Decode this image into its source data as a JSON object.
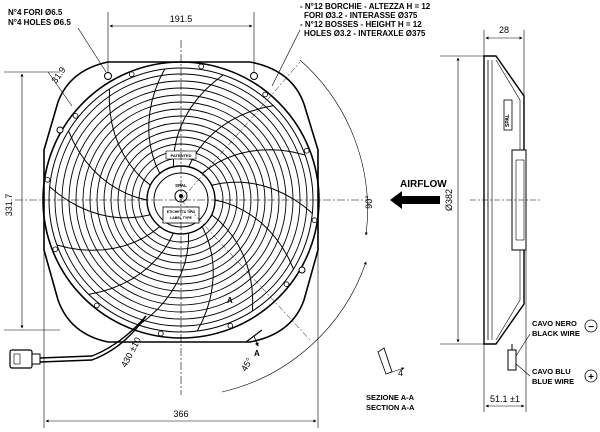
{
  "notes": {
    "holes_it": "N°4 FORI Ø6.5",
    "holes_en": "N°4 HOLES Ø6.5",
    "bosses_it_1": "- N°12 BORCHIE - ALTEZZA H = 12",
    "bosses_it_2": "FORI Ø3.2 - INTERASSE Ø375",
    "bosses_en_1": "- N°12 BOSSES - HEIGHT H = 12",
    "bosses_en_2": "HOLES Ø3.2 - INTERAXLE Ø375"
  },
  "dims": {
    "hole_spacing": "191.5",
    "offset": "31.9",
    "height": "331.7",
    "width": "366",
    "angle_90": "90°",
    "angle_45": "45°",
    "cable_len": "430 ±10",
    "depth": "28",
    "diameter": "Ø382",
    "motor_depth": "51.1 ±1",
    "section_mark": "4",
    "arrow_a": "A"
  },
  "labels": {
    "airflow": "AIRFLOW",
    "patented": "PATENTED",
    "brand": "SPAL",
    "label_area_1": "ETICHETTA TIPO",
    "label_area_2": "LABEL TYPE",
    "section_it": "SEZIONE A-A",
    "section_en": "SECTION A-A",
    "black_wire_it": "CAVO NERO",
    "black_wire_en": "BLACK WIRE",
    "blue_wire_it": "CAVO BLU",
    "blue_wire_en": "BLUE WIRE",
    "minus": "−",
    "plus": "+",
    "side_brand": "SPAL"
  }
}
